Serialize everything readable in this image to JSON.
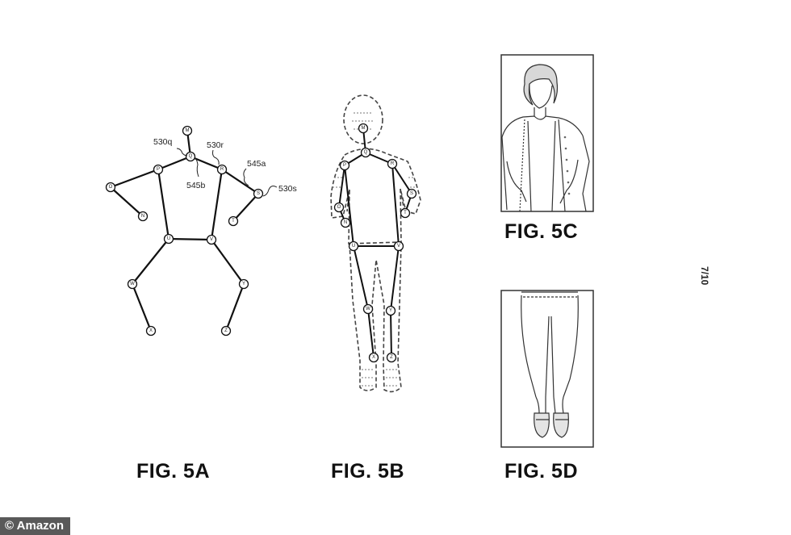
{
  "figures": {
    "fig_5a": {
      "caption": "FIG. 5A"
    },
    "fig_5b": {
      "caption": "FIG. 5B"
    },
    "fig_5c": {
      "caption": "FIG. 5C"
    },
    "fig_5d": {
      "caption": "FIG. 5D"
    }
  },
  "reference_labels": {
    "r530q": "530q",
    "r530r": "530r",
    "r545a": "545a",
    "r545b": "545b",
    "r530s": "530s"
  },
  "joint_labels": {
    "head": "M",
    "neck": "Q",
    "lshoulder": "P",
    "rshoulder": "R",
    "lelbow": "O",
    "relbow": "S",
    "lwrist": "N",
    "rwrist": "T",
    "lhip": "U",
    "rhip": "V",
    "lknee": "W",
    "rknee": "Y",
    "lankle": "X",
    "rankle": "Z"
  },
  "page_number": "7/10",
  "credit": "© Amazon"
}
